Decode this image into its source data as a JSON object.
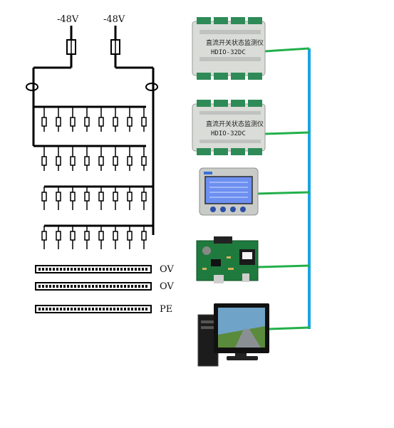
{
  "power": {
    "supply_left": "-48V",
    "supply_right": "-48V"
  },
  "busbars": {
    "bar1_label": "OV",
    "bar2_label": "OV",
    "bar3_label": "PE"
  },
  "devices": [
    {
      "name": "直流开关状态监测仪",
      "model": "HDIO-32DC"
    },
    {
      "name": "直流开关状态监测仪",
      "model": "HDIO-32DC"
    }
  ],
  "colors": {
    "bus_line": "#1aa3e0",
    "link_line": "#22b04a",
    "device_body": "#d9dcd8",
    "terminal": "#2e8b57",
    "lcd": "#3a6fd8"
  },
  "icons": [
    "fuse-icon",
    "ct-sensor-icon",
    "monitor-device",
    "lcd-panel",
    "circuit-board",
    "computer-workstation"
  ]
}
